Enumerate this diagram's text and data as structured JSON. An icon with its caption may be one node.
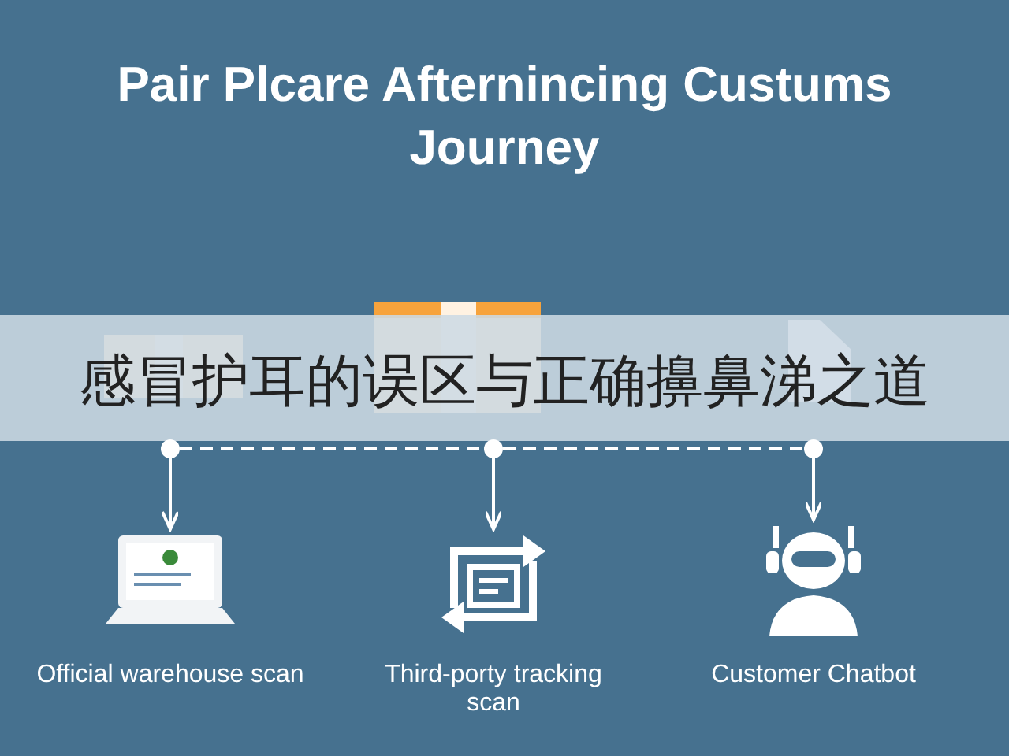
{
  "diagram": {
    "title": "Pair Plcare Afternincing Custums Journey",
    "nodes": [
      {
        "text": [],
        "shape": "circle"
      },
      {
        "text": [],
        "shape": "circle"
      },
      {
        "text": [],
        "shape": "circle"
      },
      {
        "text": [
          "Official warehouse scan"
        ]
      },
      {
        "text": [
          "Third-porty tracking scan"
        ]
      },
      {
        "text": [
          "Customer Chatbot"
        ]
      }
    ],
    "edges": [
      {
        "from": 0,
        "to": 1,
        "arrow": "none",
        "style": "dashed"
      },
      {
        "from": 1,
        "to": 2,
        "arrow": "none",
        "style": "dashed"
      },
      {
        "from": 0,
        "to": 3,
        "arrow": "to"
      },
      {
        "from": 1,
        "to": 4,
        "arrow": "to"
      },
      {
        "from": 2,
        "to": 5,
        "arrow": "to"
      }
    ],
    "labels": [
      "感冒护耳的误区与正确擤鼻涕之道"
    ]
  }
}
